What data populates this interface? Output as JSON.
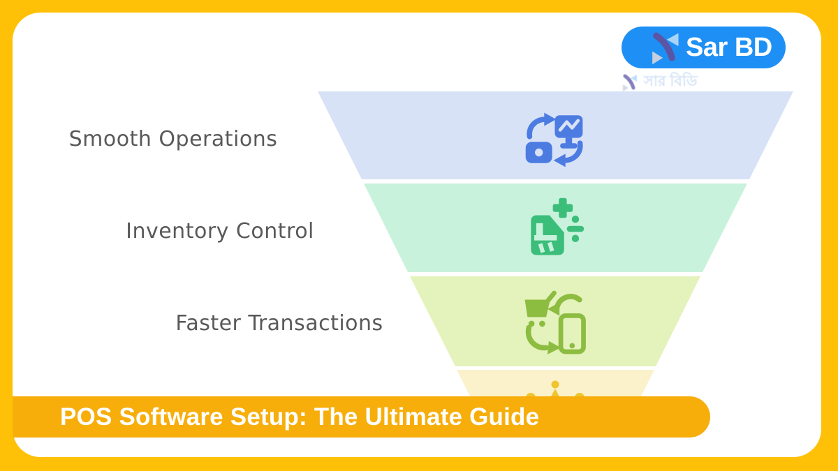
{
  "brand": {
    "logo_text": "Sar BD",
    "watermark_text": "সার বিডি",
    "pill_color": "#1E90F5",
    "mark_color": "#5B55A5",
    "mark_triangle_color": "#A9D4F8"
  },
  "banner": {
    "title": "POS Software Setup: The Ultimate Guide",
    "bg_color": "#F7AE0B",
    "text_color": "#FFFFFF"
  },
  "frame": {
    "color": "#FFC107",
    "canvas_color": "#FFFFFF"
  },
  "funnel": {
    "type": "funnel",
    "levels": [
      {
        "label": "Smooth Operations",
        "icon": "device-sync-icon",
        "bg": "#D8E2F7",
        "icon_color": "#4C7CE2"
      },
      {
        "label": "Inventory Control",
        "icon": "inventory-calculation-icon",
        "bg": "#C9F2DC",
        "icon_color": "#3CBE7B"
      },
      {
        "label": "Faster Transactions",
        "icon": "cart-phone-sync-icon",
        "bg": "#E4F2BB",
        "icon_color": "#8CBC40"
      },
      {
        "label": "",
        "icon": "crown-icon",
        "bg": "#FBF2CB",
        "icon_color": "#EEC52F"
      }
    ],
    "label_color": "#595959"
  }
}
